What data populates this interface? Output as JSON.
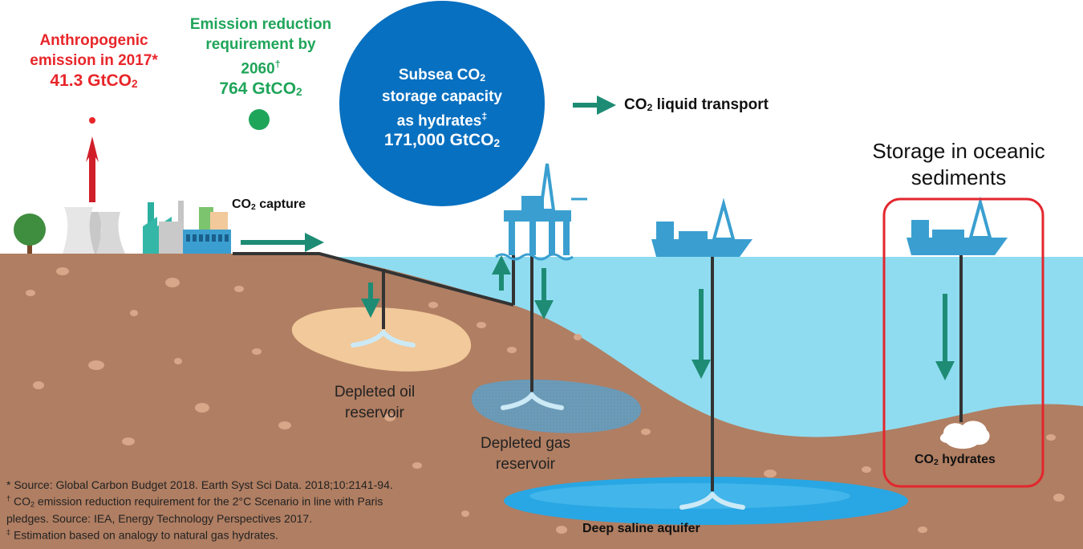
{
  "anthropogenic": {
    "line1": "Anthropogenic",
    "line2": "emission in 2017*",
    "value_prefix": "41.3 GtCO",
    "value_sub": "2",
    "color": "#e8262a"
  },
  "reduction": {
    "line1": "Emission reduction",
    "line2": "requirement by",
    "year": "2060",
    "year_mark": "†",
    "value_prefix": "764 GtCO",
    "value_sub": "2",
    "color": "#1fa55a"
  },
  "subsea": {
    "line1_prefix": "Subsea CO",
    "line1_sub": "2",
    "line2": "storage capacity",
    "line3": "as hydrates",
    "line3_mark": "‡",
    "value_prefix": "171,000 GtCO",
    "value_sub": "2",
    "color": "#0870c0"
  },
  "legend": {
    "prefix": "CO",
    "sub": "2",
    "suffix": " liquid transport",
    "arrow_color": "#1e8c74"
  },
  "capture": {
    "prefix": "CO",
    "sub": "2",
    "suffix": " capture"
  },
  "oil_reservoir": {
    "line1": "Depleted oil",
    "line2": "reservoir"
  },
  "gas_reservoir": {
    "line1": "Depleted gas",
    "line2": "reservoir"
  },
  "saline": {
    "label": "Deep saline aquifer"
  },
  "oceanic": {
    "line1": "Storage in oceanic",
    "line2": "sediments",
    "box_color": "#e3262d"
  },
  "hydrates": {
    "prefix": "CO",
    "sub": "2",
    "suffix": " hydrates"
  },
  "footnotes": {
    "n1": "* Source: Global Carbon Budget 2018. Earth Syst Sci Data. 2018;10:2141-94.",
    "n2_mark": "†",
    "n2_a": " CO",
    "n2_sub": "2",
    "n2_b": " emission reduction requirement for the 2°C Scenario in line with Paris",
    "n2_c": "pledges. Source: IEA, Energy Technology Perspectives 2017.",
    "n3_mark": "‡",
    "n3": " Estimation based on analogy to natural gas hydrates."
  },
  "palette": {
    "soil": "#b07e62",
    "sea": "#8fdcf0",
    "infrastructure": "#3a9fd0",
    "pipe": "#333333",
    "oil": "#f1c99a",
    "gas": "#6c9bb8",
    "aquifer": "#28a7e4"
  }
}
